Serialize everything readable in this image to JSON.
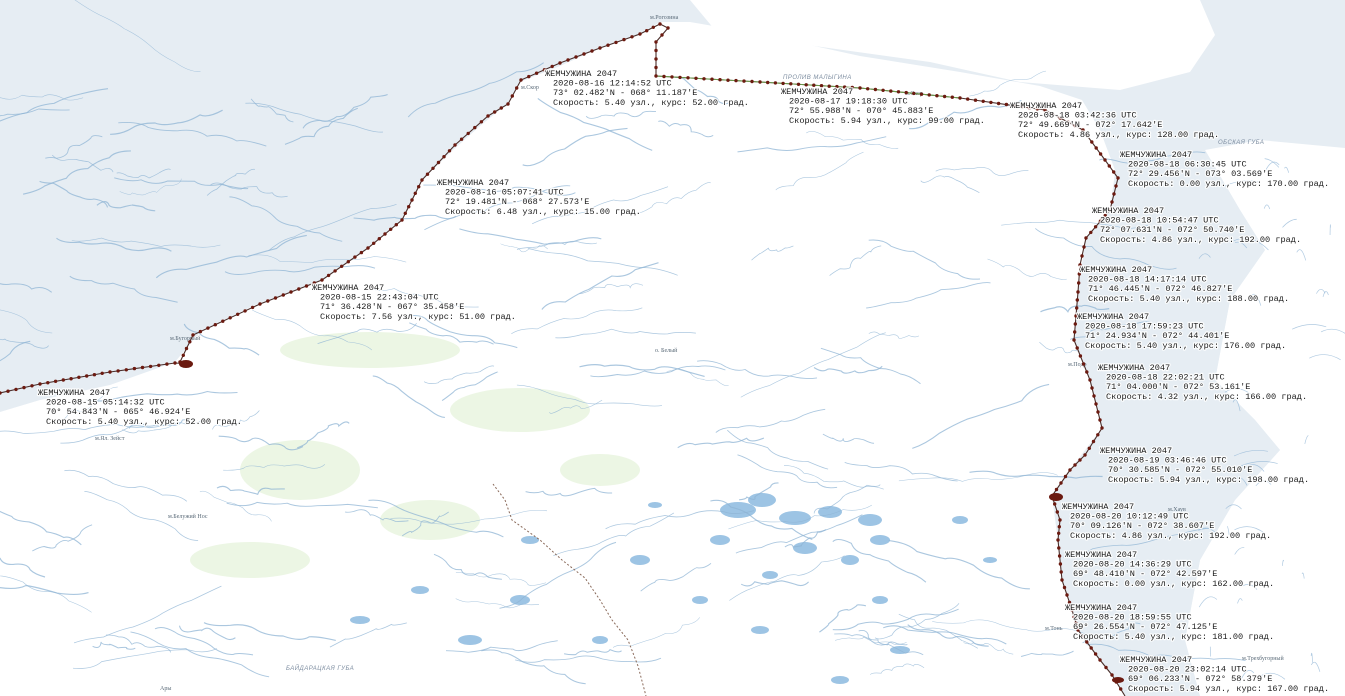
{
  "map": {
    "colors": {
      "sea": "#e6edf3",
      "land": "#ffffff",
      "rivers": "#8fb4d4",
      "lakes": "#9dc4e4",
      "wetland": "#d4ecc4",
      "track_point": "#6b1a10",
      "track_line_a": "#4a2e2a",
      "track_line_b": "#6a9a4a",
      "boundary": "#8a6a5a"
    },
    "places": [
      "м.Рогозина",
      "м.Скор",
      "ПРОЛИВ МАЛЫГИНА",
      "м.Скор",
      "ОБСКАЯ ГУБА",
      "м.Бугорный",
      "о. Белый",
      "м.Ял. Зейст",
      "м.Подо",
      "м.Белужий Нос",
      "м.Хаув",
      "м.Тонь",
      "БАЙДАРАЦКАЯ ГУБА",
      "Ары",
      "м.Трехбугорный"
    ],
    "vessel_labels": [
      {
        "name": "ЖЕМЧУЖИНА 2047",
        "time": "2020-08-15 05:14:32 UTC",
        "coords": "70° 54.843'N - 065° 46.924'E",
        "speed": "Скорость: 5.40 узл., курс: 52.00 град."
      },
      {
        "name": "ЖЕМЧУЖИНА 2047",
        "time": "2020-08-15 22:43:04 UTC",
        "coords": "71° 36.428'N - 067° 35.458'E",
        "speed": "Скорость: 7.56 узл., курс: 51.00 град."
      },
      {
        "name": "ЖЕМЧУЖИНА 2047",
        "time": "2020-08-16 05:07:41 UTC",
        "coords": "72° 19.481'N - 068° 27.573'E",
        "speed": "Скорость: 6.48 узл., курс: 15.00 град."
      },
      {
        "name": "ЖЕМЧУЖИНА 2047",
        "time": "2020-08-16 12:14:52 UTC",
        "coords": "73° 02.482'N - 068° 11.187'E",
        "speed": "Скорость: 5.40 узл., курс: 52.00 град."
      },
      {
        "name": "ЖЕМЧУЖИНА 2047",
        "time": "2020-08-17 19:18:30 UTC",
        "coords": "72° 55.988'N - 070° 45.883'E",
        "speed": "Скорость: 5.94 узл., курс: 99.00 град."
      },
      {
        "name": "ЖЕМЧУЖИНА 2047",
        "time": "2020-08-18 03:42:36 UTC",
        "coords": "72° 49.669'N - 072° 17.642'E",
        "speed": "Скорость: 4.86 узл., курс: 128.00 град."
      },
      {
        "name": "ЖЕМЧУЖИНА 2047",
        "time": "2020-08-18 06:30:45 UTC",
        "coords": "72° 29.456'N - 073° 03.569'E",
        "speed": "Скорость: 0.00 узл., курс: 170.00 град."
      },
      {
        "name": "ЖЕМЧУЖИНА 2047",
        "time": "2020-08-18 10:54:47 UTC",
        "coords": "72° 07.631'N - 072° 50.740'E",
        "speed": "Скорость: 4.86 узл., курс: 192.00 град."
      },
      {
        "name": "ЖЕМЧУЖИНА 2047",
        "time": "2020-08-18 14:17:14 UTC",
        "coords": "71° 46.445'N - 072° 46.827'E",
        "speed": "Скорость: 5.40 узл., курс: 188.00 град."
      },
      {
        "name": "ЖЕМЧУЖИНА 2047",
        "time": "2020-08-18 17:59:23 UTC",
        "coords": "71° 24.934'N - 072° 44.401'E",
        "speed": "Скорость: 5.40 узл., курс: 176.00 град."
      },
      {
        "name": "ЖЕМЧУЖИНА 2047",
        "time": "2020-08-18 22:02:21 UTC",
        "coords": "71° 04.000'N - 072° 53.161'E",
        "speed": "Скорость: 4.32 узл., курс: 166.00 град."
      },
      {
        "name": "ЖЕМЧУЖИНА 2047",
        "time": "2020-08-19 03:46:46 UTC",
        "coords": "70° 30.585'N - 072° 55.010'E",
        "speed": "Скорость: 5.94 узл., курс: 198.00 град."
      },
      {
        "name": "ЖЕМЧУЖИНА 2047",
        "time": "2020-08-20 10:12:49 UTC",
        "coords": "70° 09.126'N - 072° 38.607'E",
        "speed": "Скорость: 4.86 узл., курс: 192.00 град."
      },
      {
        "name": "ЖЕМЧУЖИНА 2047",
        "time": "2020-08-20 14:36:29 UTC",
        "coords": "69° 48.410'N - 072° 42.597'E",
        "speed": "Скорость: 0.00 узл., курс: 162.00 град."
      },
      {
        "name": "ЖЕМЧУЖИНА 2047",
        "time": "2020-08-20 18:59:55 UTC",
        "coords": "69° 26.554'N - 072° 47.125'E",
        "speed": "Скорость: 5.40 узл., курс: 181.00 град."
      },
      {
        "name": "ЖЕМЧУЖИНА 2047",
        "time": "2020-08-20 23:02:14 UTC",
        "coords": "69° 06.233'N - 072° 58.379'E",
        "speed": "Скорость: 5.94 узл., курс: 167.00 град."
      }
    ]
  }
}
